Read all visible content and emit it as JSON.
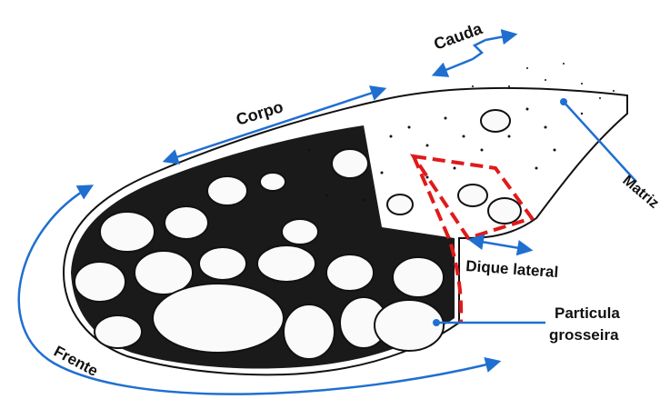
{
  "labels": {
    "cauda": "Cauda",
    "corpo": "Corpo",
    "matriz": "Matriz",
    "dique_lateral": "Dique lateral",
    "particula_line1": "Particula",
    "particula_line2": "grosseira",
    "frente": "Frente"
  },
  "colors": {
    "arrow": "#1f6fd1",
    "boundary": "#e01a1a",
    "ink": "#111111"
  }
}
